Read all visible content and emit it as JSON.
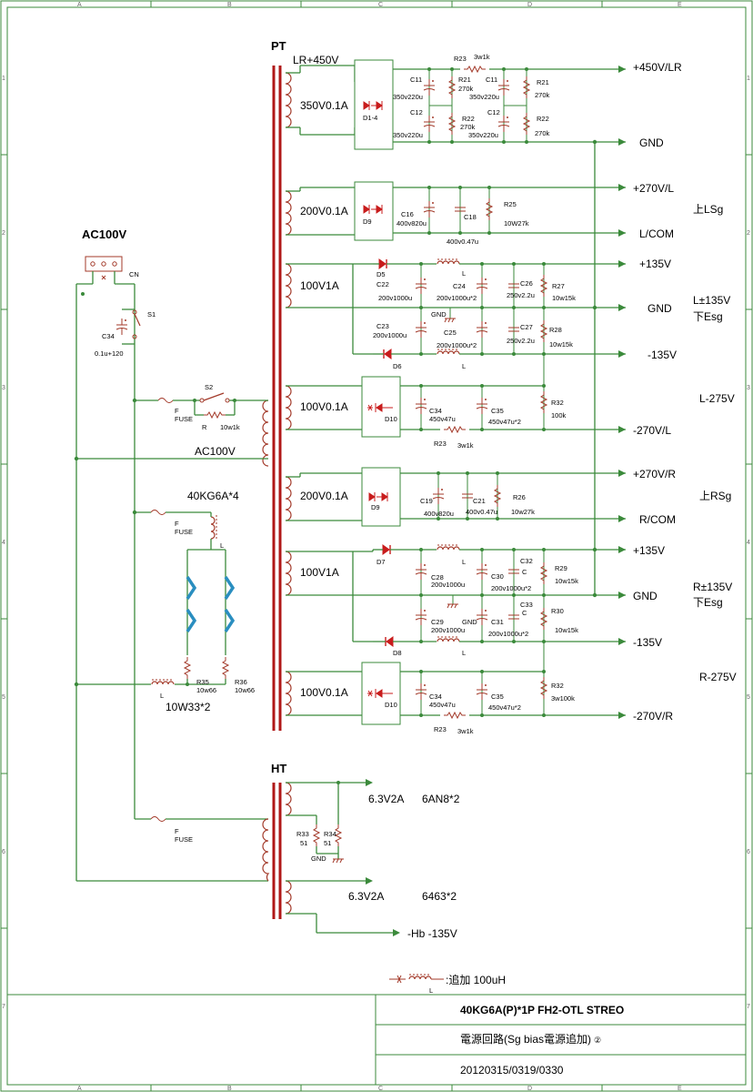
{
  "frame": {
    "cols": [
      "A",
      "B",
      "C",
      "D",
      "E"
    ],
    "rows": [
      "1",
      "2",
      "3",
      "4",
      "5",
      "6",
      "7"
    ]
  },
  "pt": {
    "title": "PT",
    "lr450": "LR+450V",
    "w350": "350V0.1A",
    "d14": "D1-4",
    "c11a": "C11",
    "c11a_v": "350v220u",
    "c12a": "C12",
    "c12a_v": "350v220u",
    "r21a": "R21",
    "r21a_v": "270k",
    "r22a": "R22",
    "r22a_v": "270k",
    "r23top": "R23",
    "r23top_v": "3w1k",
    "c11b": "C11",
    "c11b_v": "350v220u",
    "c12b": "C12",
    "c12b_v": "350v220u",
    "r21b": "R21",
    "r21b_v": "270k",
    "r22b": "R22",
    "r22b_v": "270k",
    "out450": "+450V/LR",
    "gnd1": "GND",
    "w200L": "200V0.1A",
    "d9L": "D9",
    "c16": "C16",
    "c16_v": "400v820u",
    "c18": "C18",
    "c18_v": "400v0.47u",
    "r25": "R25",
    "r25_v": "10W27k",
    "out270L": "+270V/L",
    "lcom": "L/COM",
    "lsg": "上LSg",
    "w100L": "100V1A",
    "d5": "D5",
    "d6": "D6",
    "c22": "C22",
    "c22_v": "200v1000u",
    "c23": "C23",
    "c23_v": "200v1000u",
    "c24": "C24",
    "c24_v": "200v1000u*2",
    "c25": "C25",
    "c25_v": "200v1000u*2",
    "gndm1": "GND",
    "lL1": "L",
    "lL2": "L",
    "c26": "C26",
    "c26_v": "250v2.2u",
    "c27": "C27",
    "c27_v": "250v2.2u",
    "r27": "R27",
    "r27_v": "10w15k",
    "r28": "R28",
    "r28_v": "10w15k",
    "p135L": "+135V",
    "gnd2": "GND",
    "m135L": "-135V",
    "l135": "L±135V",
    "lesg": "下Esg",
    "w100Lb": "100V0.1A",
    "d10L": "D10",
    "c34L": "C34",
    "c34L_v": "450v47u",
    "c35L": "C35",
    "c35L_v": "450v47u*2",
    "r23L": "R23",
    "r23L_v": "3w1k",
    "r32L": "R32",
    "r32L_v": "100k",
    "m270L": "-270V/L",
    "l275": "L-275V",
    "w200R": "200V0.1A",
    "d9R": "D9",
    "c19": "C19",
    "c19_v": "400v820u",
    "c21": "C21",
    "c21_v": "400v0.47u",
    "r26": "R26",
    "r26_v": "10w27k",
    "out270R": "+270V/R",
    "rcom": "R/COM",
    "rsg": "上RSg",
    "w100R": "100V1A",
    "d7": "D7",
    "d8": "D8",
    "c28": "C28",
    "c28_v": "200v1000u",
    "c29": "C29",
    "c29_v": "200v1000u",
    "c30": "C30",
    "c30_v": "200v1000u*2",
    "c31": "C31",
    "c31_v": "200v1000u*2",
    "gndm2": "GND",
    "lR1": "L",
    "lR2": "L",
    "c32": "C32",
    "c32_v": "C",
    "c33": "C33",
    "c33_v": "C",
    "r29": "R29",
    "r29_v": "10w15k",
    "r30": "R30",
    "r30_v": "10w15k",
    "p135R": "+135V",
    "gnd3": "GND",
    "m135R": "-135V",
    "r135": "R±135V",
    "resg": "下Esg",
    "w100Rb": "100V0.1A",
    "d10R": "D10",
    "c34R": "C34",
    "c34R_v": "450v47u",
    "c35R": "C35",
    "c35R_v": "450v47u*2",
    "r23R": "R23",
    "r23R_v": "3w1k",
    "r32R": "R32",
    "r32R_v": "3w100k",
    "m270R": "-270V/R",
    "r275": "R-275V"
  },
  "mains": {
    "ac100": "AC100V",
    "cn": "CN",
    "s1": "S1",
    "c34": "C34",
    "c34_v": "0.1u+120",
    "s2": "S2",
    "fuse1a": "F",
    "fuse1b": "FUSE",
    "r": "R",
    "r_v": "10w1k",
    "ac100b": "AC100V",
    "heater": "40KG6A*4",
    "fuse2a": "F",
    "fuse2b": "FUSE",
    "lh": "L",
    "r35": "R35",
    "r35_v": "10w66",
    "r36": "R36",
    "r36_v": "10w66",
    "lm": "L",
    "w33": "10W33*2",
    "fuse3a": "F",
    "fuse3b": "FUSE"
  },
  "ht": {
    "title": "HT",
    "h1": "6.3V2A",
    "h1t": "6AN8*2",
    "r33": "R33",
    "r33_v": "51",
    "r34": "R34",
    "r34_v": "51",
    "gnd": "GND",
    "h2": "6.3V2A",
    "h2t": "6463*2",
    "hb": "-Hb -135V"
  },
  "legend": {
    "text": ":追加 100uH",
    "l": "L"
  },
  "titleblock": {
    "title": "40KG6A(P)*1P FH2-OTL STREO",
    "subtitle": "電源回路(Sg bias電源追加)",
    "rev": "②",
    "date": "20120315/0319/0330"
  }
}
